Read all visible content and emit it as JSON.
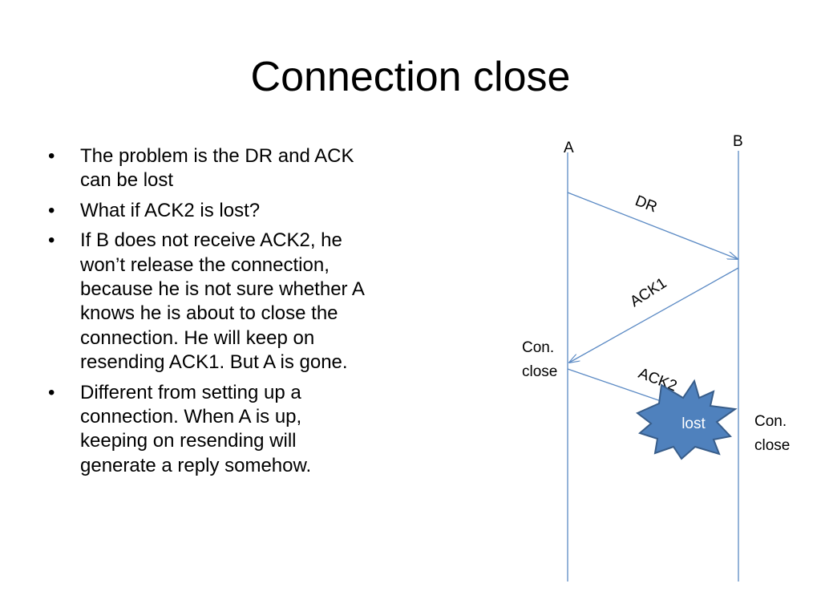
{
  "slide": {
    "title": "Connection close",
    "bullets": [
      {
        "bullet": "•",
        "text": "The problem is the DR and ACK can be lost"
      },
      {
        "bullet": "•",
        "text": "What if ACK2 is lost?"
      },
      {
        "bullet": "•",
        "text": "If B does not receive ACK2, he won’t release the connection, because he is not sure whether A knows he is about to close the connection. He will keep on resending ACK1. But A is gone."
      },
      {
        "bullet": "•",
        "text": "Different from setting up a connection. When A is up, keeping on resending will generate a reply somehow."
      }
    ]
  },
  "diagram": {
    "line_color": "#5b8ac4",
    "burst_fill": "#4f81bd",
    "burst_stroke": "#385d8a",
    "hosts": {
      "a": "A",
      "b": "B"
    },
    "messages": {
      "dr": "DR",
      "ack1": "ACK1",
      "ack2": "ACK2"
    },
    "burst_label": "lost",
    "a_close": {
      "line1": "Con.",
      "line2": "close"
    },
    "b_close": {
      "line1": "Con.",
      "line2": "close"
    }
  }
}
